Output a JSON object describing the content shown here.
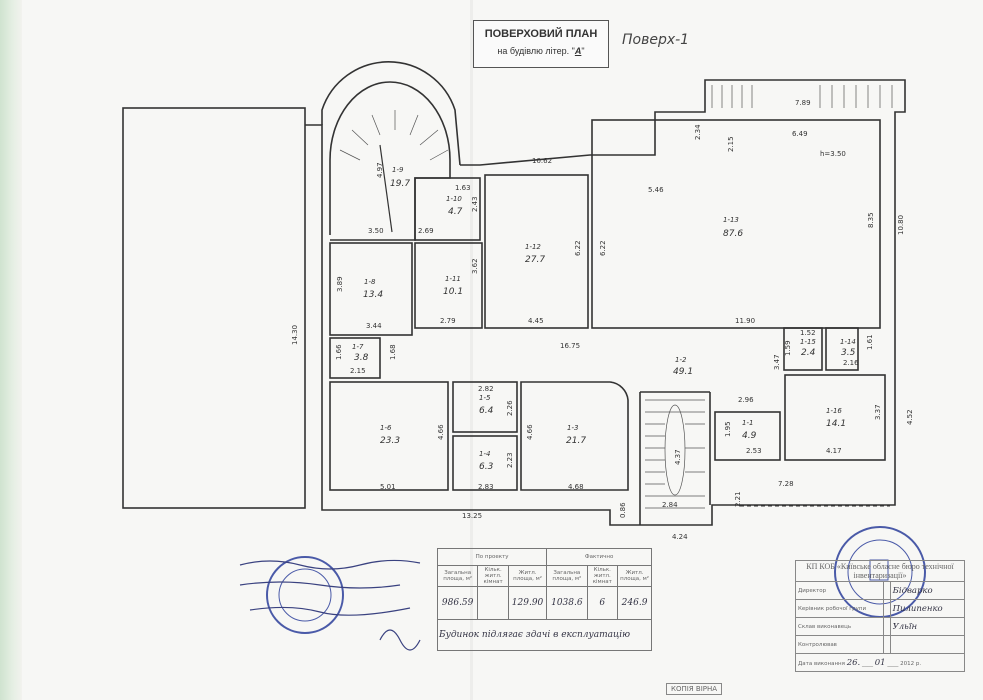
{
  "header": {
    "title": "ПОВЕРХОВИЙ ПЛАН",
    "subtitle": "на будівлю літер.",
    "letter": "А",
    "floor": "Поверх-1"
  },
  "rooms": [
    {
      "id": "1-9",
      "area": "19.7"
    },
    {
      "id": "1-10",
      "area": "4.7"
    },
    {
      "id": "1-12",
      "area": "27.7"
    },
    {
      "id": "1-13",
      "area": "87.6"
    },
    {
      "id": "1-8",
      "area": "13.4"
    },
    {
      "id": "1-11",
      "area": "10.1"
    },
    {
      "id": "1-7",
      "area": "3.8"
    },
    {
      "id": "1-2",
      "area": "49.1"
    },
    {
      "id": "1-15",
      "area": "2.4"
    },
    {
      "id": "1-14",
      "area": "3.5"
    },
    {
      "id": "1-6",
      "area": "23.3"
    },
    {
      "id": "1-5",
      "area": "6.4"
    },
    {
      "id": "1-4",
      "area": "6.3"
    },
    {
      "id": "1-3",
      "area": "21.7"
    },
    {
      "id": "1-1",
      "area": "4.9"
    },
    {
      "id": "1-16",
      "area": "14.1"
    }
  ],
  "dims": [
    "4.97",
    "3.50",
    "1.63",
    "2.43",
    "2.69",
    "10.62",
    "2.34",
    "5.46",
    "2.15",
    "6.49",
    "7.89",
    "h=3.50",
    "8.35",
    "10.80",
    "6.22",
    "6.22",
    "3.89",
    "3.62",
    "3.44",
    "2.79",
    "4.45",
    "11.90",
    "14.30",
    "16.75",
    "1.52",
    "1.59",
    "2.16",
    "1.61",
    "1.66",
    "2.15",
    "1.68",
    "3.47",
    "2.82",
    "2.26",
    "4.66",
    "4.66",
    "2.23",
    "2.96",
    "1.95",
    "2.53",
    "3.37",
    "4.52",
    "4.17",
    "4.37",
    "5.01",
    "2.83",
    "4.68",
    "7.28",
    "2.21",
    "2.84",
    "13.25",
    "0.86",
    "4.24"
  ],
  "area_table": {
    "group_project": "По проекту",
    "group_actual": "Фактично",
    "columns": [
      "Загальна площа, м²",
      "Кільк. житл. кімнат",
      "Житл. площа, м²",
      "Загальна площа, м²",
      "Кільк. житл. кімнат",
      "Житл. площа, м²"
    ],
    "values": [
      "986.59",
      "",
      "129.90",
      "1038.6",
      "6",
      "246.9"
    ],
    "note": "Будинок підлягає здачі в експлуатацію"
  },
  "bti_stamp": {
    "org": "КП КОБ «Київське обласне бюро технічної інвентаризації»",
    "rows": [
      {
        "label": "Директор",
        "signature": "Бідварко"
      },
      {
        "label": "Керівник робочої групи",
        "signature": "Пилипенко"
      },
      {
        "label": "Склав виконавець",
        "signature": "Ульїн"
      },
      {
        "label": "Контролював",
        "signature": ""
      }
    ],
    "date_label": "Дата виконання",
    "date_day": "26.",
    "date_month": "01",
    "date_year": "2012 р."
  },
  "copy_stamp": "КОПІЯ ВІРНА",
  "colors": {
    "ink": "#333333",
    "stamp": "#4a5aa8",
    "paper": "#f7f7f5"
  }
}
